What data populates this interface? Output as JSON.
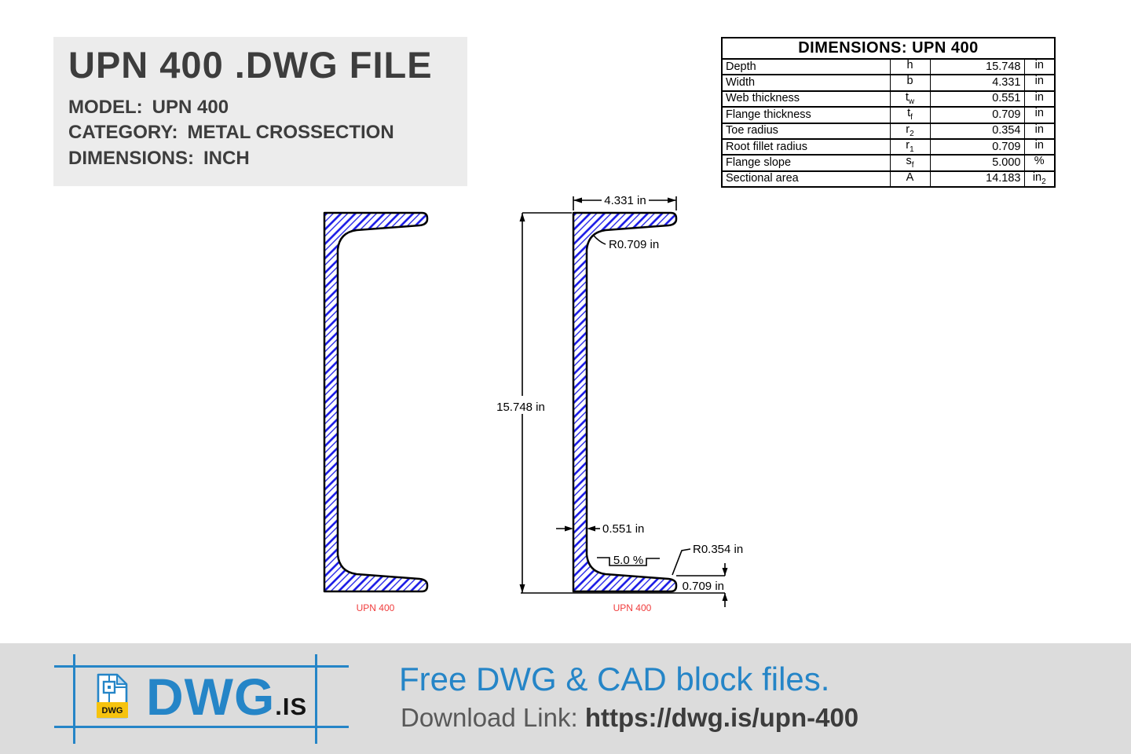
{
  "header": {
    "title": "UPN 400 .DWG FILE",
    "meta": [
      {
        "label": "MODEL:",
        "value": "UPN 400"
      },
      {
        "label": "CATEGORY:",
        "value": "METAL CROSSECTION"
      },
      {
        "label": "DIMENSIONS:",
        "value": "INCH"
      }
    ]
  },
  "dimensions_table": {
    "title": "DIMENSIONS: UPN 400",
    "rows": [
      {
        "name": "Depth",
        "sym": "h",
        "sub": "",
        "value": "15.748",
        "unit": "in",
        "unit_sub": ""
      },
      {
        "name": "Width",
        "sym": "b",
        "sub": "",
        "value": "4.331",
        "unit": "in",
        "unit_sub": ""
      },
      {
        "name": "Web thickness",
        "sym": "t",
        "sub": "w",
        "value": "0.551",
        "unit": "in",
        "unit_sub": ""
      },
      {
        "name": "Flange thickness",
        "sym": "t",
        "sub": "f",
        "value": "0.709",
        "unit": "in",
        "unit_sub": ""
      },
      {
        "name": "Toe radius",
        "sym": "r",
        "sub": "2",
        "value": "0.354",
        "unit": "in",
        "unit_sub": ""
      },
      {
        "name": "Root fillet radius",
        "sym": "r",
        "sub": "1",
        "value": "0.709",
        "unit": "in",
        "unit_sub": ""
      },
      {
        "name": "Flange slope",
        "sym": "s",
        "sub": "f",
        "value": "5.000",
        "unit": "%",
        "unit_sub": ""
      },
      {
        "name": "Sectional area",
        "sym": "A",
        "sub": "",
        "value": "14.183",
        "unit": "in",
        "unit_sub": "2"
      }
    ]
  },
  "drawing": {
    "label_left": "UPN 400",
    "label_right": "UPN 400",
    "dim_width": "4.331 in",
    "dim_root_radius": "R0.709 in",
    "dim_depth": "15.748 in",
    "dim_web": "0.551 in",
    "dim_slope": "5.0 %",
    "dim_toe_radius": "R0.354 in",
    "dim_flange": "0.709 in",
    "hatch_color": "#1717e6",
    "outline_color": "#000000",
    "label_color": "#f03c3c"
  },
  "footer": {
    "logo_text": "DWG",
    "logo_suffix": ".IS",
    "logo_badge": "DWG",
    "tagline": "Free DWG & CAD block files.",
    "download_label": "Download Link: ",
    "download_url": "https://dwg.is/upn-400",
    "brand_color": "#2585c7",
    "badge_color": "#f6c30e"
  }
}
